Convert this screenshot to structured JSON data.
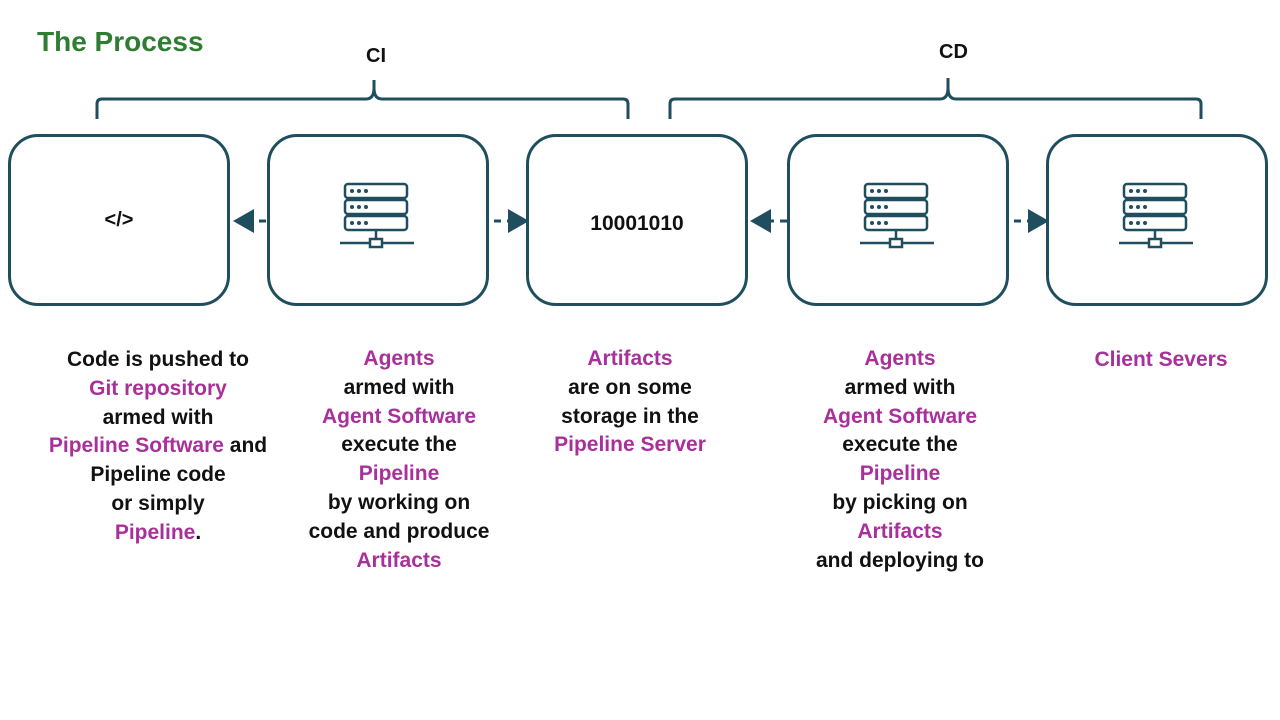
{
  "title": "The Process",
  "braces": {
    "ci_label": "CI",
    "cd_label": "CD"
  },
  "boxes": {
    "code_symbol": "</>",
    "artifact_bits": "10001010"
  },
  "captions": {
    "code": {
      "l1": "Code is pushed to",
      "l2": "Git repository",
      "l3": "armed with",
      "l4a": "Pipeline Software",
      "l4b": " and",
      "l5": "Pipeline code",
      "l6": "or simply",
      "l7a": "Pipeline",
      "l7b": "."
    },
    "ci_agents": {
      "l1": "Agents",
      "l2": "armed with",
      "l3": "Agent Software",
      "l4": "execute the",
      "l5": "Pipeline",
      "l6": "by working on",
      "l7": "code and produce",
      "l8": "Artifacts"
    },
    "artifacts": {
      "l1": "Artifacts",
      "l2": "are on some",
      "l3": "storage in the",
      "l4": "Pipeline Server"
    },
    "cd_agents": {
      "l1": "Agents",
      "l2": "armed with",
      "l3": "Agent Software",
      "l4": "execute the",
      "l5": "Pipeline",
      "l6": "by picking on",
      "l7": "Artifacts",
      "l8": "and deploying to"
    },
    "client": {
      "l1": "Client Severs"
    }
  },
  "icons": {
    "ci_agent_box": "server-icon",
    "cd_agent_box": "server-icon",
    "client_box": "server-icon"
  },
  "colors": {
    "title": "#2e7d32",
    "box_border": "#1f4e5f",
    "highlight": "#a9309a",
    "text": "#111111"
  }
}
